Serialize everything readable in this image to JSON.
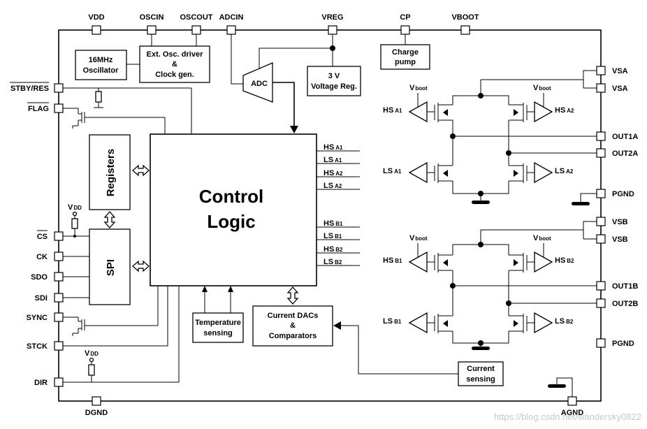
{
  "pins": {
    "top": [
      "VDD",
      "OSCIN",
      "OSCOUT",
      "ADCIN",
      "VREG",
      "CP",
      "VBOOT"
    ],
    "left": [
      "STBY/RES",
      "FLAG",
      "CS",
      "CK",
      "SDO",
      "SDI",
      "SYNC",
      "STCK",
      "DIR"
    ],
    "right": [
      "VSA",
      "VSA",
      "OUT1A",
      "OUT2A",
      "PGND",
      "VSB",
      "VSB",
      "OUT1B",
      "OUT2B",
      "PGND"
    ],
    "bottom": [
      "DGND",
      "AGND"
    ]
  },
  "blocks": {
    "osc_16": [
      "16MHz",
      "Oscillator"
    ],
    "ext_osc": [
      "Ext. Osc. driver",
      "&",
      "Clock gen."
    ],
    "adc": "ADC",
    "vreg_3v": [
      "3 V",
      "Voltage Reg."
    ],
    "charge_pump": [
      "Charge",
      "pump"
    ],
    "control": [
      "Control",
      "Logic"
    ],
    "registers": "Registers",
    "spi": "SPI",
    "temp": [
      "Temperature",
      "sensing"
    ],
    "dacs": [
      "Current DACs",
      "&",
      "Comparators"
    ],
    "current_sensing": [
      "Current",
      "sensing"
    ]
  },
  "signals": {
    "control_right": [
      {
        "main": "HS",
        "sub": "A1"
      },
      {
        "main": "LS",
        "sub": "A1"
      },
      {
        "main": "HS",
        "sub": "A2"
      },
      {
        "main": "LS",
        "sub": "A2"
      },
      {
        "main": "HS",
        "sub": "B1"
      },
      {
        "main": "LS",
        "sub": "B1"
      },
      {
        "main": "HS",
        "sub": "B2"
      },
      {
        "main": "LS",
        "sub": "B2"
      }
    ],
    "bridge_a": [
      {
        "main": "HS",
        "sub": "A1"
      },
      {
        "main": "LS",
        "sub": "A1"
      },
      {
        "main": "HS",
        "sub": "A2"
      },
      {
        "main": "LS",
        "sub": "A2"
      }
    ],
    "bridge_b": [
      {
        "main": "HS",
        "sub": "B1"
      },
      {
        "main": "LS",
        "sub": "B1"
      },
      {
        "main": "HS",
        "sub": "B2"
      },
      {
        "main": "LS",
        "sub": "B2"
      }
    ],
    "vboot": {
      "main": "V",
      "sub": "boot"
    },
    "vdd": {
      "main": "V",
      "sub": "DD"
    }
  },
  "watermark": "https://blog.csdn.net/wandersky0822"
}
